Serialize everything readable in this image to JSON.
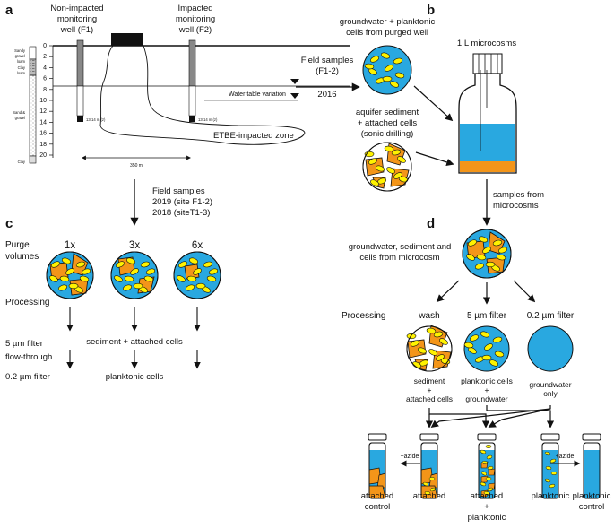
{
  "colors": {
    "groundwater": "#29a8e0",
    "sediment": "#f39519",
    "cell": "#fff200",
    "outline": "#111111"
  },
  "panels": {
    "a": "a",
    "b": "b",
    "c": "c",
    "d": "d"
  },
  "a": {
    "well_f1": [
      "Non-impacted",
      "monitoring",
      "well (F1)"
    ],
    "well_f2": [
      "Impacted",
      "monitoring",
      "well (F2)"
    ],
    "depth_ticks": [
      "0",
      "2",
      "4",
      "6",
      "8",
      "10",
      "12",
      "14",
      "16",
      "18",
      "20"
    ],
    "soil": [
      "Sandy",
      "gravel",
      "loam",
      "Clay",
      "loam",
      "Sand &",
      "gravel",
      "Clay"
    ],
    "screen_f1": "13-14 m (z)",
    "screen_f2": "13-14 m (z)",
    "water_table": "Water table variation",
    "plume": "ETBE-impacted zone",
    "distance": "350 m"
  },
  "arrow_ab": {
    "line1": "Field samples",
    "line2": "(F1-2)",
    "line3": "2016"
  },
  "arrow_ac": {
    "line1": "Field samples",
    "line2": "2019 (site F1-2)",
    "line3": "2018 (siteT1-3)"
  },
  "b": {
    "groundwater": [
      "groundwater + planktonic",
      "cells from purged well"
    ],
    "sediment": [
      "aquifer sediment",
      "+ attached cells",
      "(sonic drilling)"
    ],
    "microcosm": "1 L microcosms",
    "samples": [
      "samples from",
      "microcosms"
    ]
  },
  "c": {
    "purge_label": [
      "Purge",
      "volumes"
    ],
    "purges": [
      "1x",
      "3x",
      "6x"
    ],
    "processing": "Processing",
    "steps": [
      "5 µm filter",
      "flow-through",
      "0.2 µm filter"
    ],
    "sediment_cells": "sediment + attached cells",
    "planktonic": "planktonic cells"
  },
  "d": {
    "title": [
      "groundwater, sediment and",
      "cells from microcosm"
    ],
    "processing": "Processing",
    "methods": [
      "wash",
      "5 µm filter",
      "0.2 µm filter"
    ],
    "outputs": {
      "wash": [
        "sediment",
        "+",
        "attached cells"
      ],
      "filter5": [
        "planktonic cells",
        "+",
        "groundwater"
      ],
      "filter02": [
        "groundwater",
        "only"
      ]
    },
    "azide": "+azide",
    "vials": [
      [
        "attached",
        "control"
      ],
      [
        "attached"
      ],
      [
        "attached",
        "+",
        "planktonic"
      ],
      [
        "planktonic"
      ],
      [
        "planktonic",
        "control"
      ]
    ]
  }
}
